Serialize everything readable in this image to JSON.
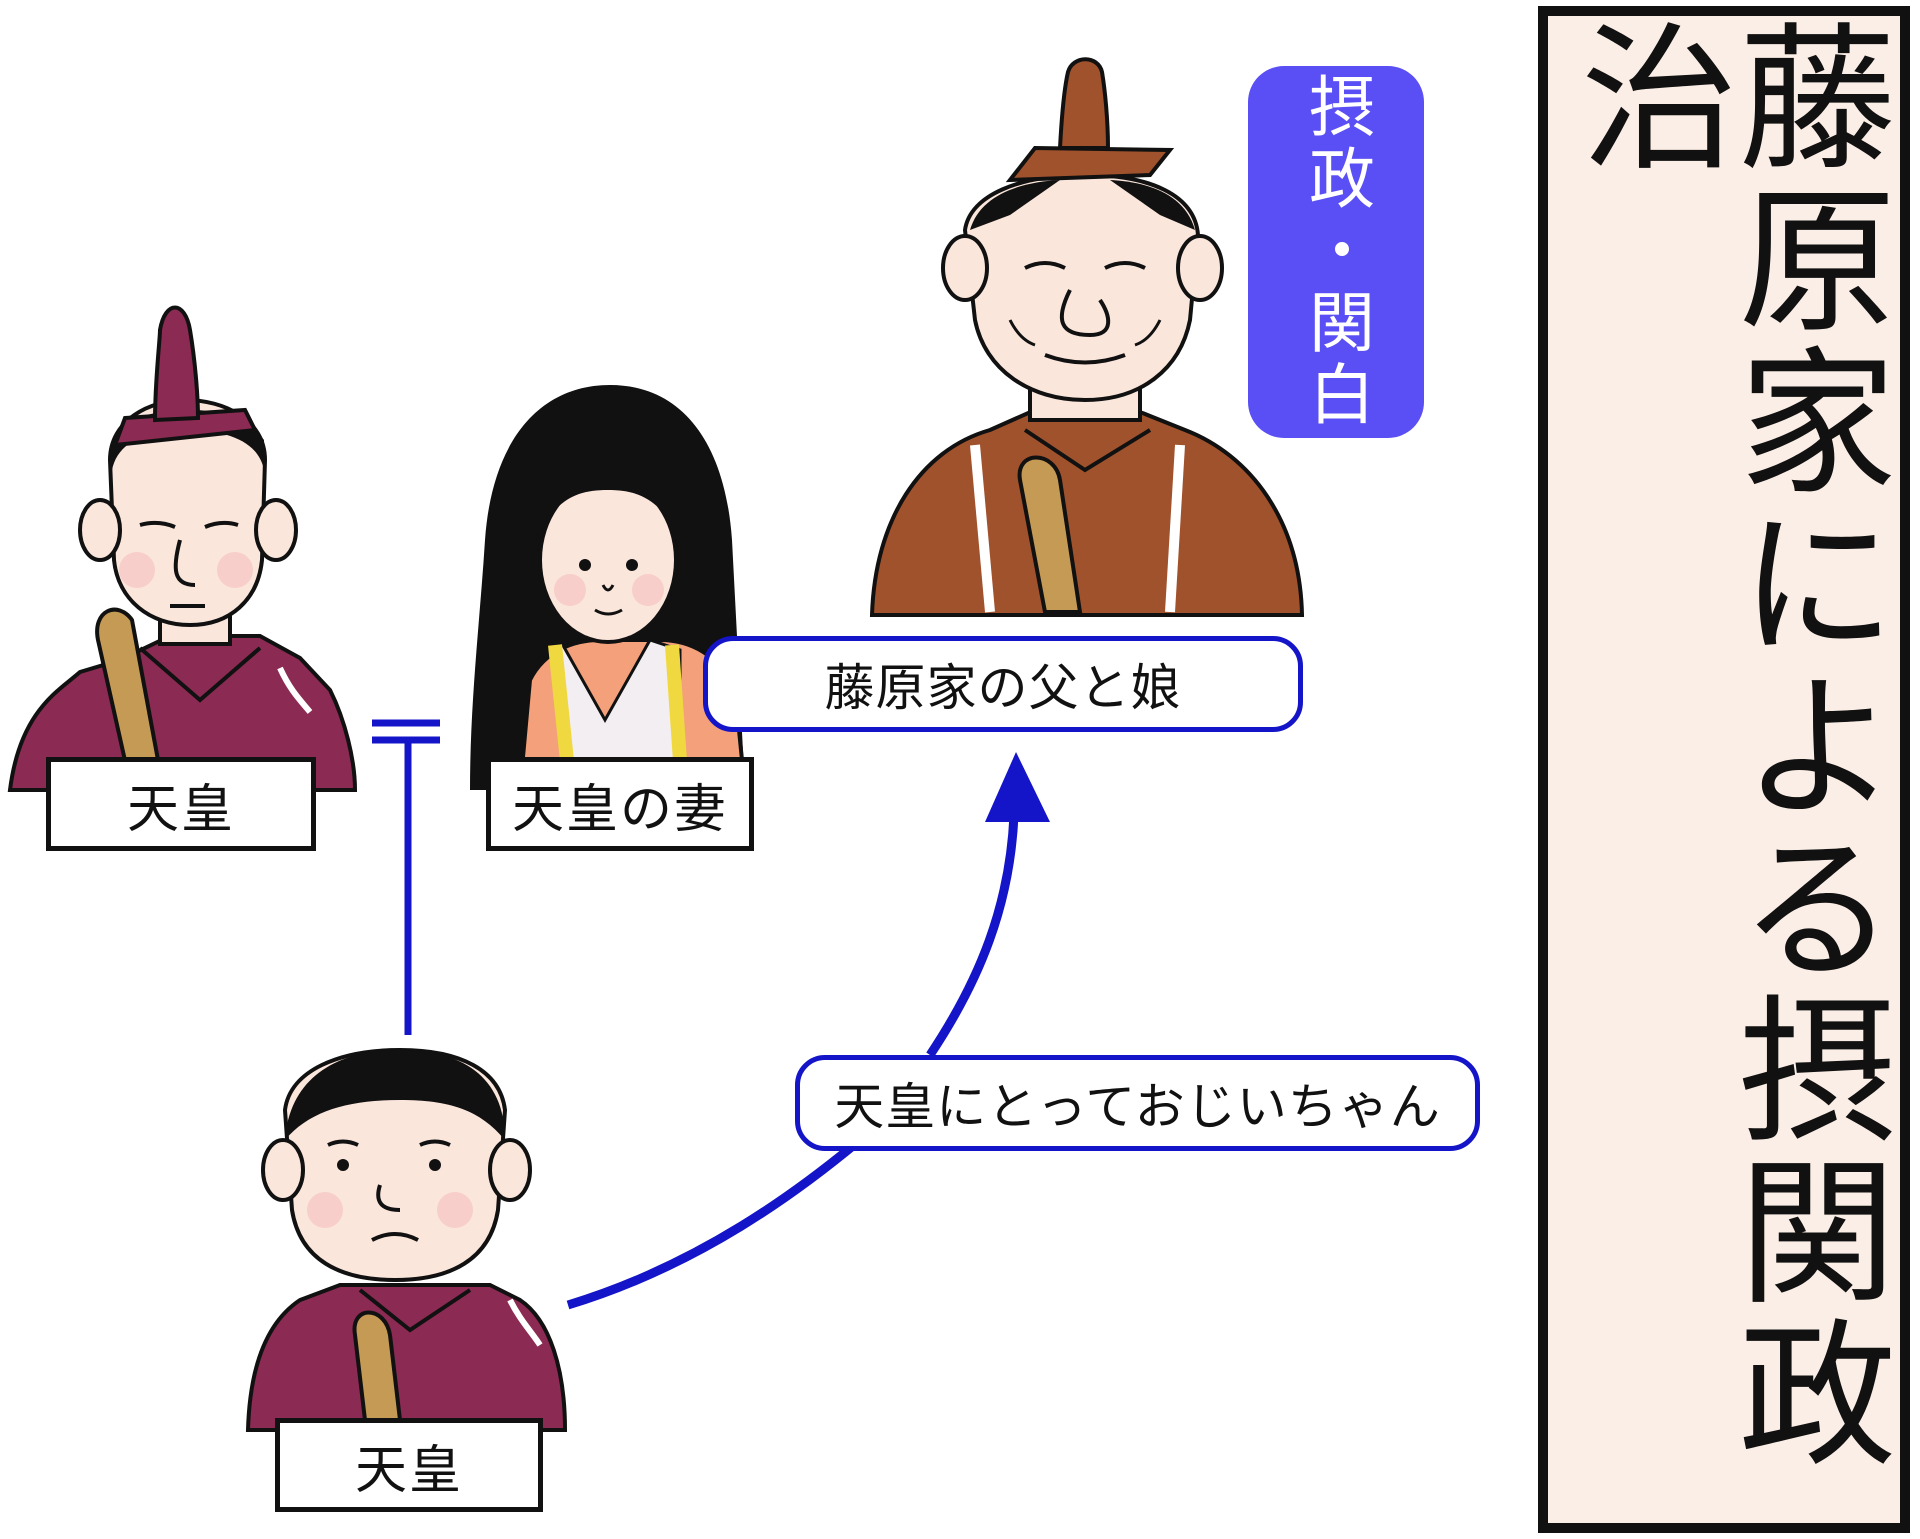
{
  "title": "藤原家による摂関政治",
  "role_badge": "摂政・関白",
  "people": {
    "emperor_top_label": "天皇",
    "wife_label": "天皇の妻",
    "child_emperor_label": "天皇"
  },
  "relations": {
    "fujiwara_family": "藤原家の父と娘",
    "grandfather": "天皇にとっておじいちゃん"
  },
  "colors": {
    "emperor_robe": "#8b2a52",
    "fujiwara_robe": "#a0522d",
    "wife_robe": "#f4a07a",
    "badge": "#5a4ff5",
    "connector": "#1414c8",
    "title_panel": "#fbeee6"
  }
}
